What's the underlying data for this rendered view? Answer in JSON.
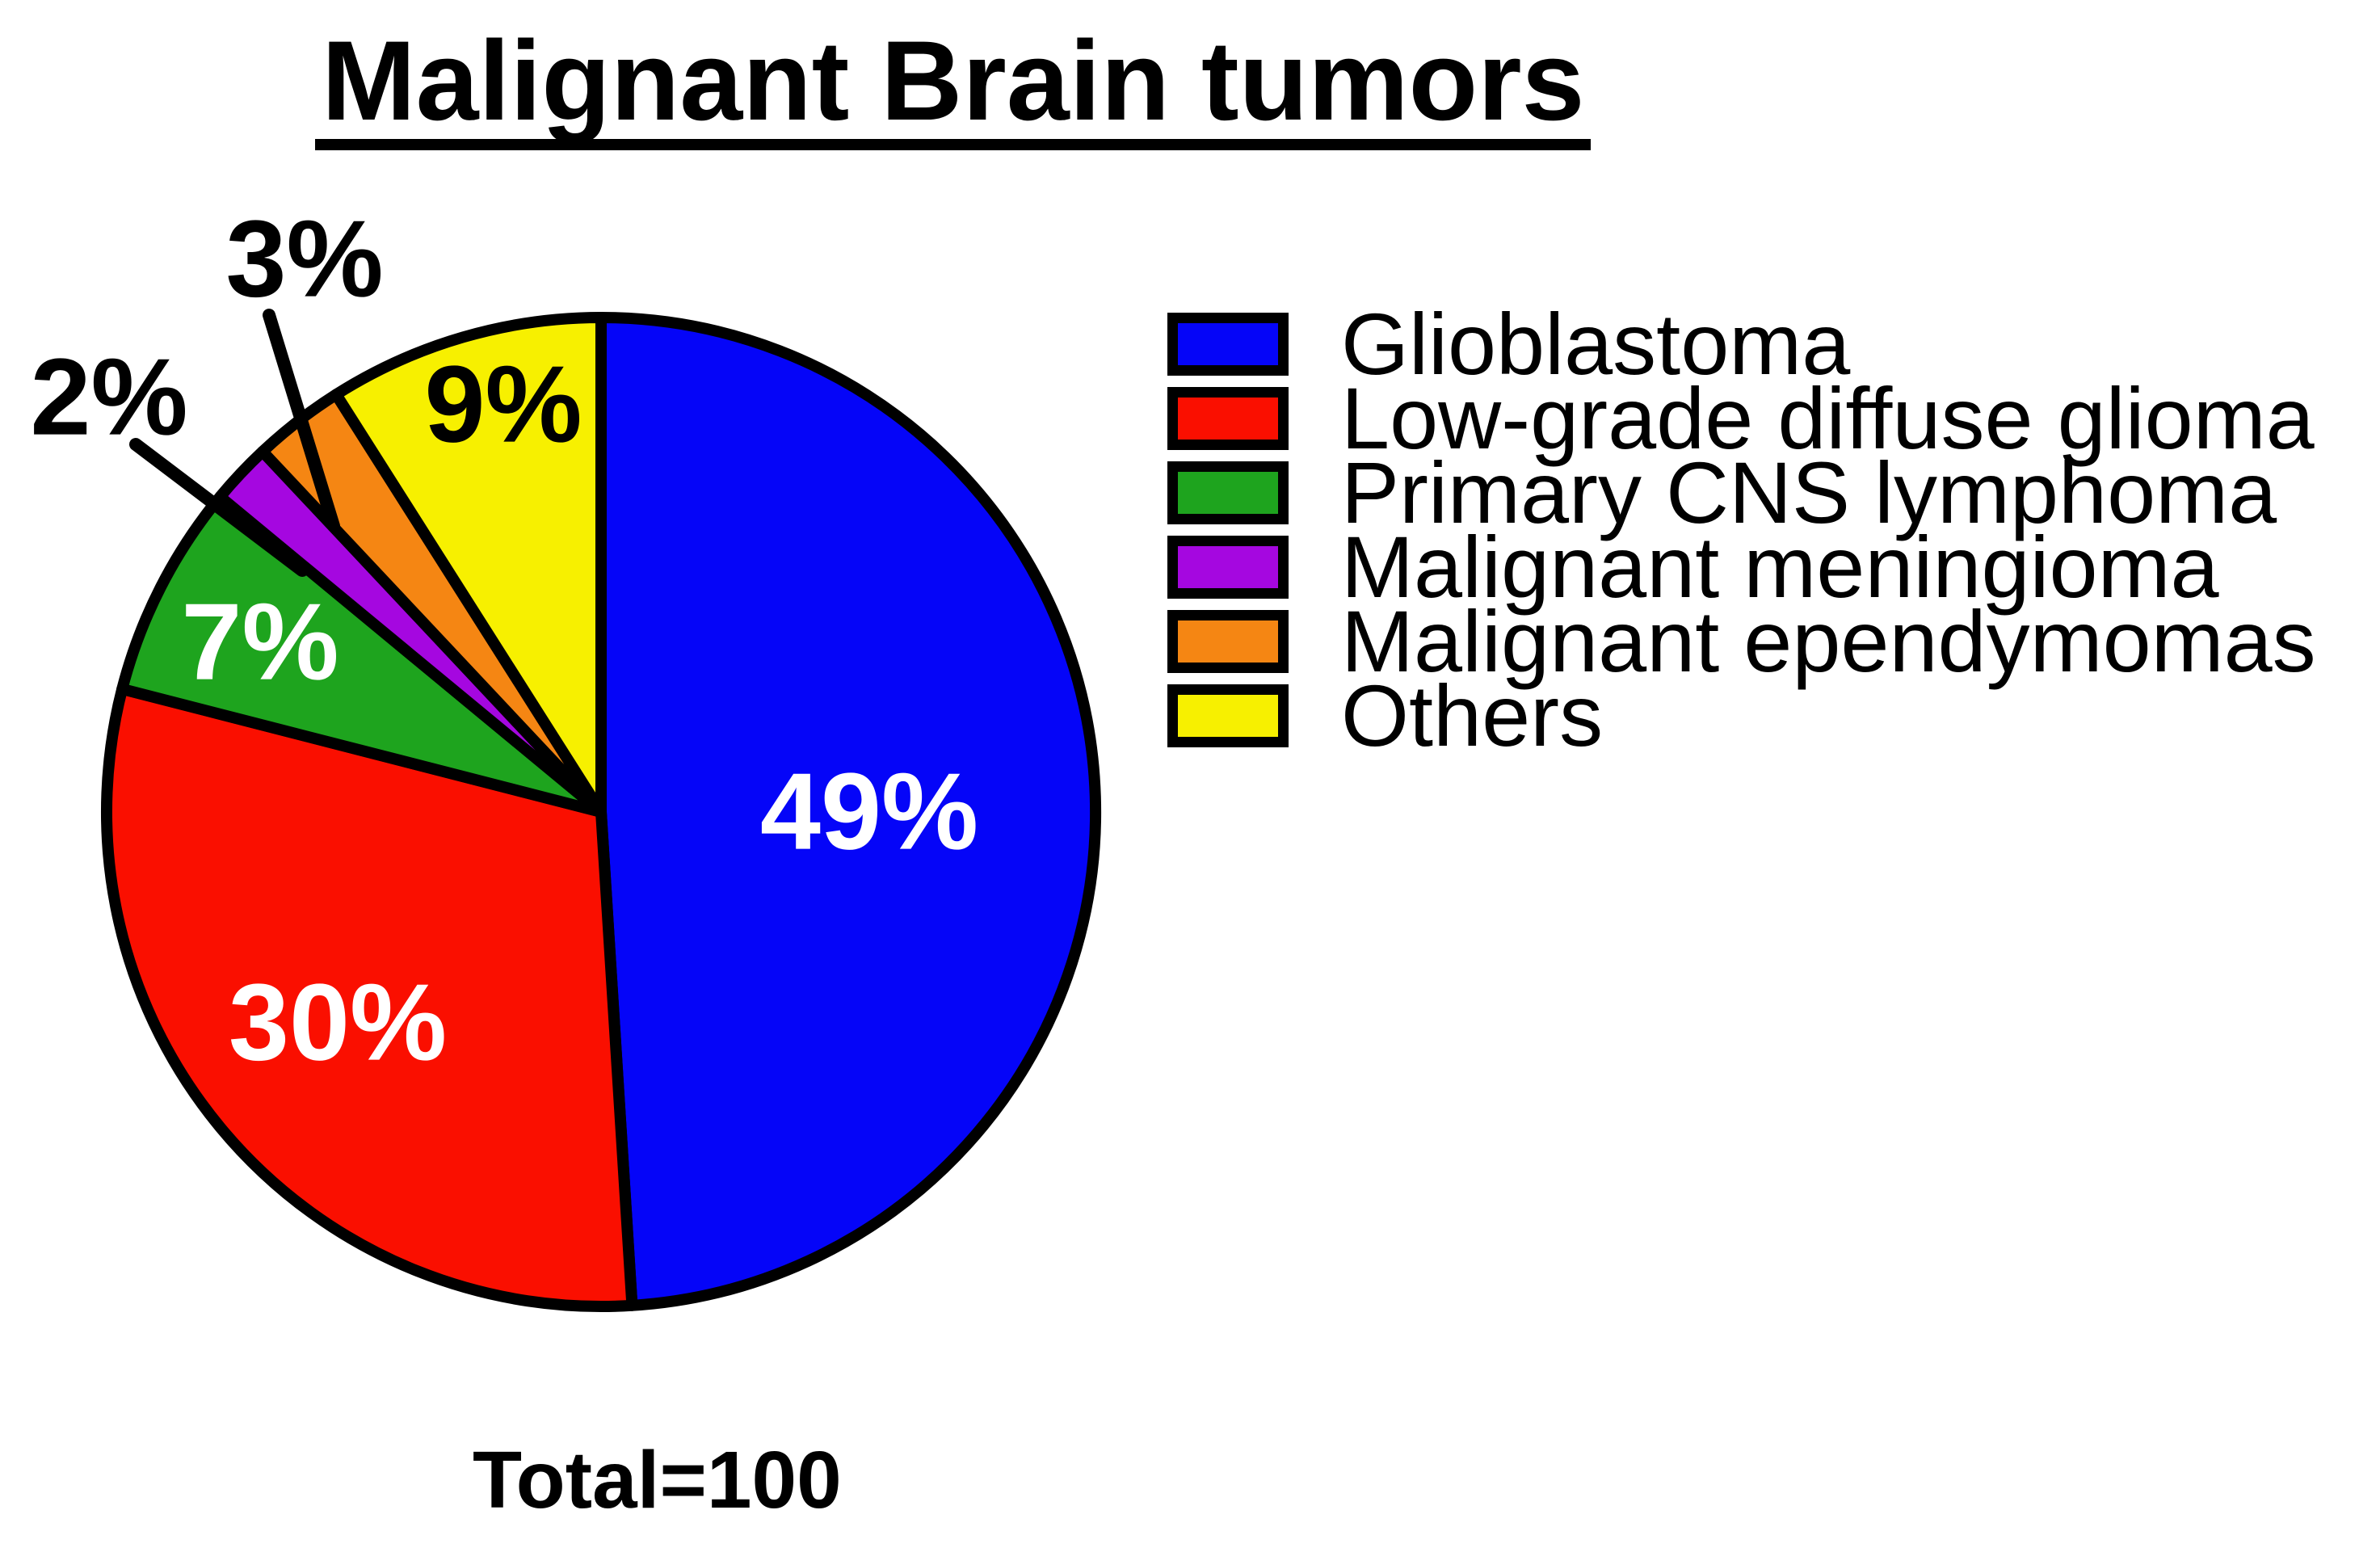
{
  "chart_data": {
    "type": "pie",
    "title": "Malignant Brain tumors",
    "title_underlined": true,
    "total": 100,
    "total_label": "Total=100",
    "start_angle_deg": 0,
    "direction": "clockwise",
    "legend_position": "right",
    "background_color": "#FFFFFF",
    "outline_color": "#000000",
    "slices": [
      {
        "label": "Glioblastoma",
        "value": 49,
        "pct_label": "49%",
        "color": "#0505F8",
        "label_color": "#FFFFFF",
        "label_placement": "inside"
      },
      {
        "label": "Low-grade diffuse glioma",
        "value": 30,
        "pct_label": "30%",
        "color": "#FA0F00",
        "label_color": "#FFFFFF",
        "label_placement": "inside"
      },
      {
        "label": "Primary CNS lymphoma",
        "value": 7,
        "pct_label": "7%",
        "color": "#1EA41E",
        "label_color": "#FFFFFF",
        "label_placement": "inside"
      },
      {
        "label": "Malignant meningioma",
        "value": 2,
        "pct_label": "2%",
        "color": "#A507E0",
        "label_color": "#000000",
        "label_placement": "outside-leader-line"
      },
      {
        "label": "Malignant ependymomas",
        "value": 3,
        "pct_label": "3%",
        "color": "#F58613",
        "label_color": "#000000",
        "label_placement": "outside-leader-line"
      },
      {
        "label": "Others",
        "value": 9,
        "pct_label": "9%",
        "color": "#F7F000",
        "label_color": "#000000",
        "label_placement": "inside"
      }
    ]
  }
}
